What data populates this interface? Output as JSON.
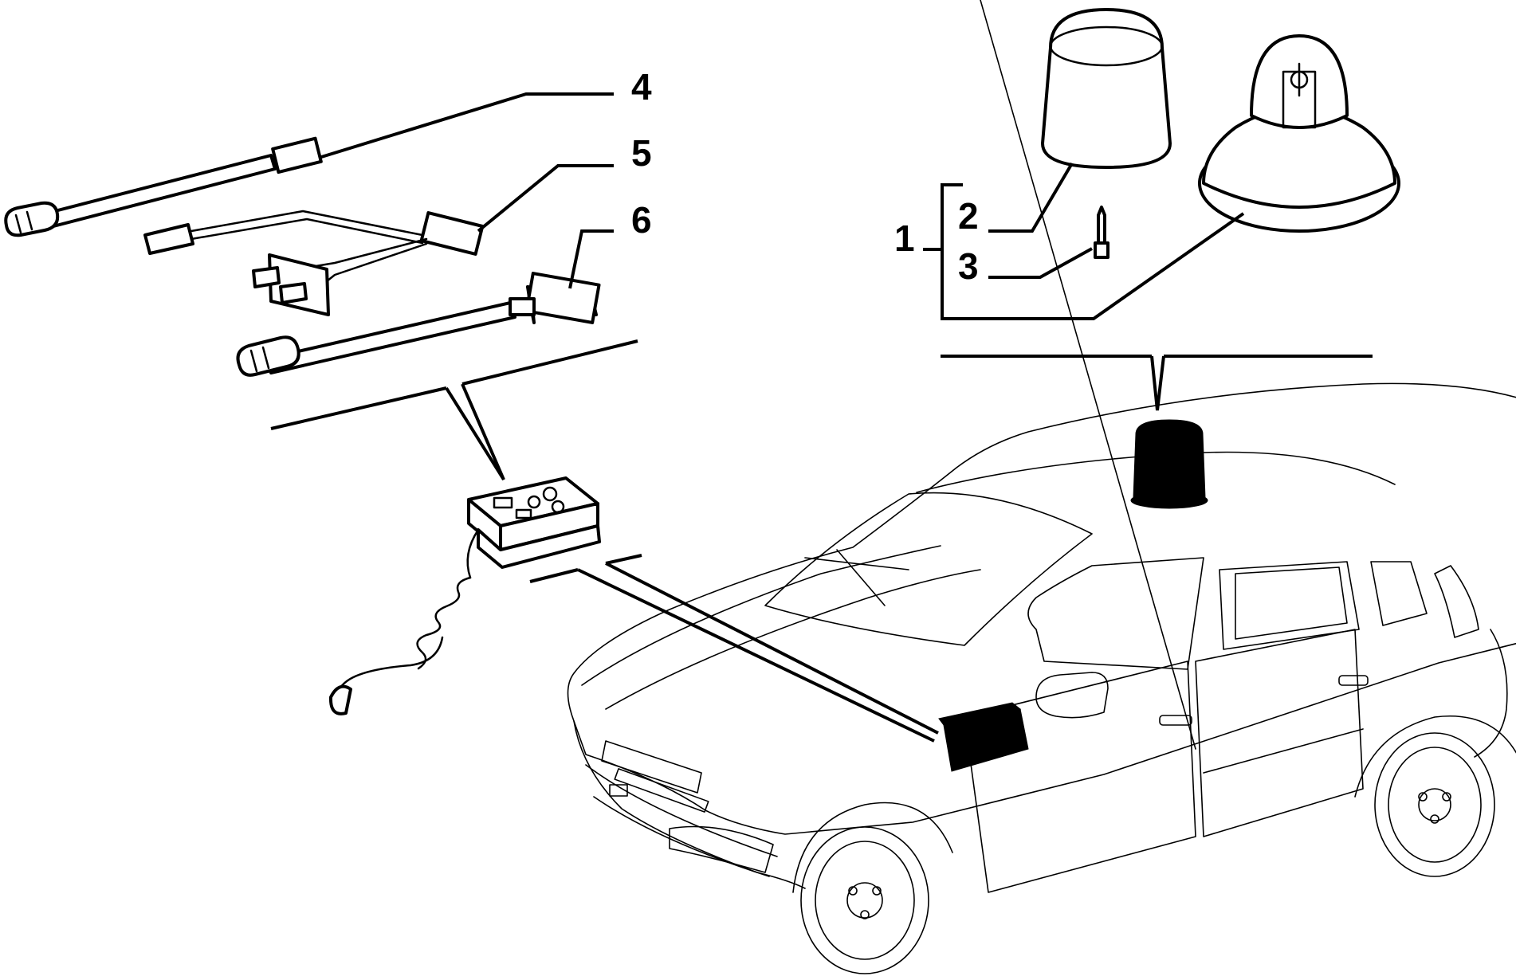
{
  "callouts": {
    "c1": "1",
    "c2": "2",
    "c3": "3",
    "c4": "4",
    "c5": "5",
    "c6": "6"
  },
  "icons": {
    "beacon_cap": "rotating-beacon-cover",
    "beacon_lamp": "rotating-beacon-lamp",
    "bulb": "halogen-bulb",
    "control_unit": "control-panel-with-coiled-cable",
    "car": "hatchback-car"
  },
  "colors": {
    "line": "#000000",
    "background": "#ffffff"
  }
}
